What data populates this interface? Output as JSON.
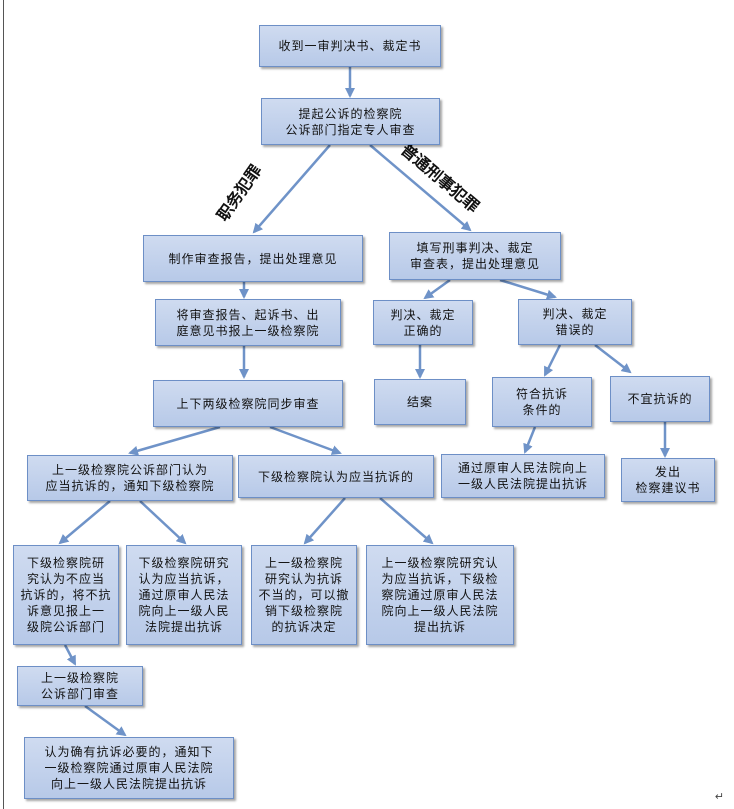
{
  "nodes": {
    "receive": "收到一审判决书、裁定书",
    "assign": "提起公诉的检察院\n公诉部门指定专人审查",
    "report": "制作审查报告，提出处理意见",
    "submit": "将审查报告、起诉书、出\n庭意见书报上一级检察院",
    "sync_review": "上下两级检察院同步审查",
    "upper_notify": "上一级检察院公诉部门认为\n应当抗诉的，通知下级检察院",
    "lower_protest": "下级检察院认为应当抗诉的",
    "lower_no": "下级检察院研\n究认为不应当\n抗诉的，将不抗\n诉意见报上一\n级院公诉部门",
    "lower_yes": "下级检察院研究\n认为应当抗诉，\n通过原审人民法\n院向上一级人民\n法院提出抗诉",
    "upper_not": "上一级检察院\n研究认为抗诉\n不当的，可以撤\n销下级检察院\n的抗诉决定",
    "upper_yes": "上一级检察院研究认\n为应当抗诉，下级检\n察院通过原审人民法\n院向上一级人民法院\n提出抗诉",
    "upper_review": "上一级检察院\n公诉部门审查",
    "final": "认为确有抗诉必要的，通知下\n一级检察院通过原审人民法院\n向上一级人民法院提出抗诉",
    "fill_form": "填写刑事判决、裁定\n审查表，提出处理意见",
    "correct": "判决、裁定\n正确的",
    "wrong": "判决、裁定\n错误的",
    "close": "结案",
    "meets": "符合抗诉\n条件的",
    "not_suitable": "不宜抗诉的",
    "via_court": "通过原审人民法院向上\n一级人民法院提出抗诉",
    "issue": "发出\n检察建议书"
  },
  "branch_labels": {
    "left": "职务犯罪",
    "right": "普通刑事犯罪"
  },
  "colors": {
    "box_fill": "#bccde9",
    "box_border": "#6d8fc6",
    "arrow": "#6f93c8"
  },
  "end_mark": "↵"
}
